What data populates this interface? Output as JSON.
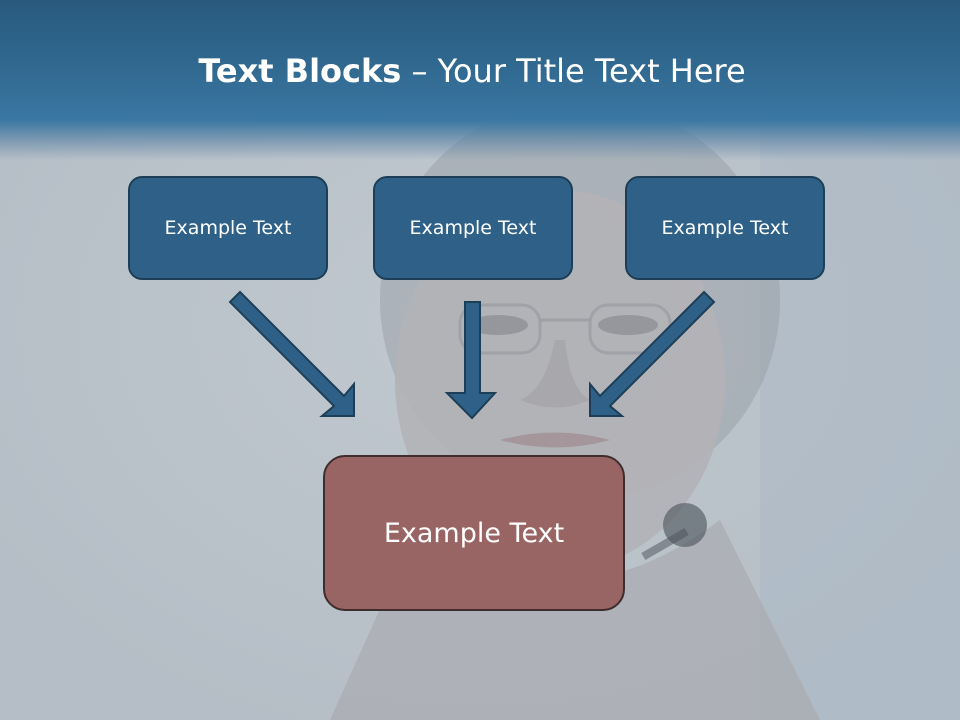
{
  "title": {
    "bold": "Text Blocks",
    "rest": " – Your Title Text Here"
  },
  "blocks": {
    "top_left": "Example Text",
    "top_center": "Example Text",
    "top_right": "Example Text",
    "bottom": "Example Text"
  },
  "colors": {
    "header": "#2f6188",
    "block_blue": "#2f6188",
    "block_red": "#996564",
    "arrow": "#2f6188",
    "background": "#bcc4cb"
  }
}
